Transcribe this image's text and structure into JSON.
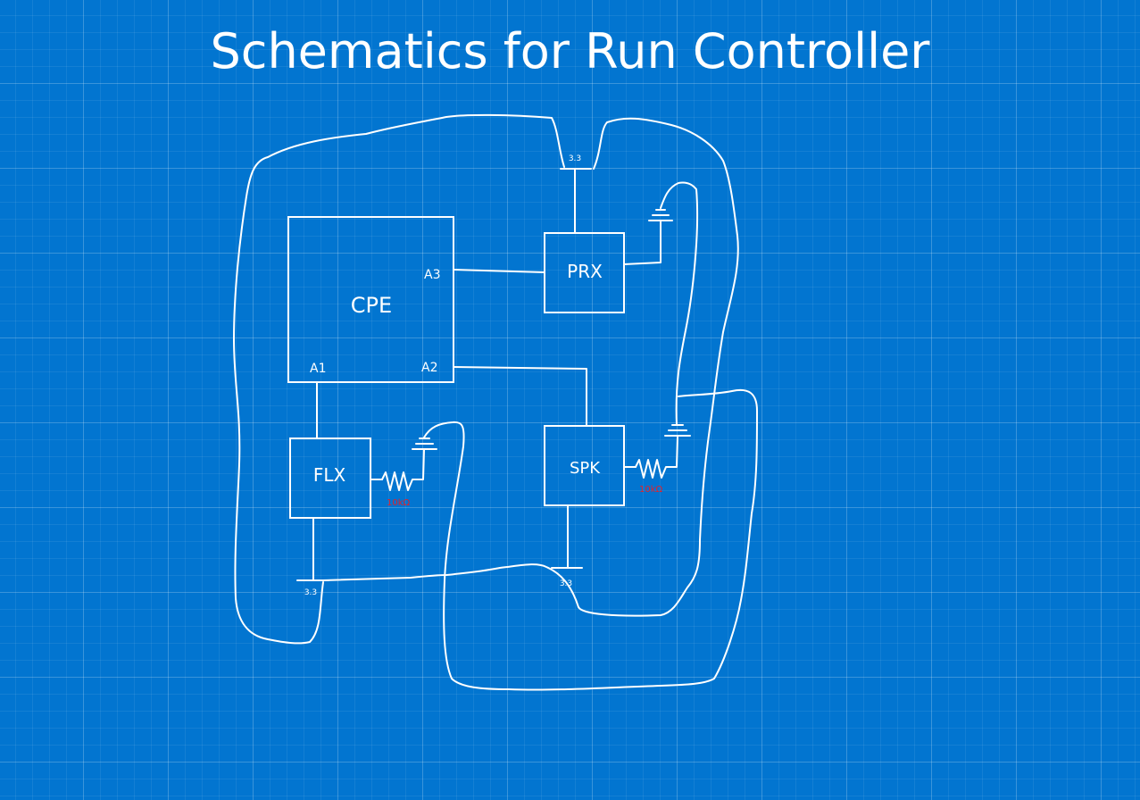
{
  "title": "Schematics for Run Controller",
  "components": {
    "cpe": {
      "label": "CPE",
      "pin_a1": "A1",
      "pin_a2": "A2",
      "pin_a3": "A3"
    },
    "prx": {
      "label": "PRX"
    },
    "flx": {
      "label": "FLX"
    },
    "spk": {
      "label": "SPK"
    }
  },
  "power": {
    "top": "3.3",
    "flx": "3.3",
    "spk": "3.3"
  },
  "resistors": {
    "flx": "10kΩ",
    "spk": "10kΩ"
  },
  "colors": {
    "background": "#0275d0",
    "line": "#ffffff",
    "resistor_label": "#e0222c"
  }
}
